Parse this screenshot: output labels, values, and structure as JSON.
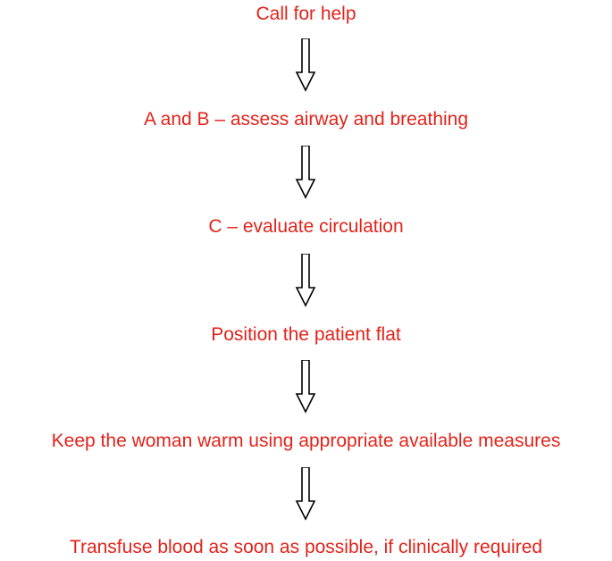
{
  "flowchart": {
    "steps": [
      "Call for help",
      "A and B – assess airway and breathing",
      "C – evaluate circulation",
      "Position the patient flat",
      "Keep the woman warm using appropriate available measures",
      "Transfuse blood as soon as possible, if clinically required"
    ]
  },
  "style": {
    "text_color": "#e2231a",
    "arrow_color": "#000000"
  }
}
